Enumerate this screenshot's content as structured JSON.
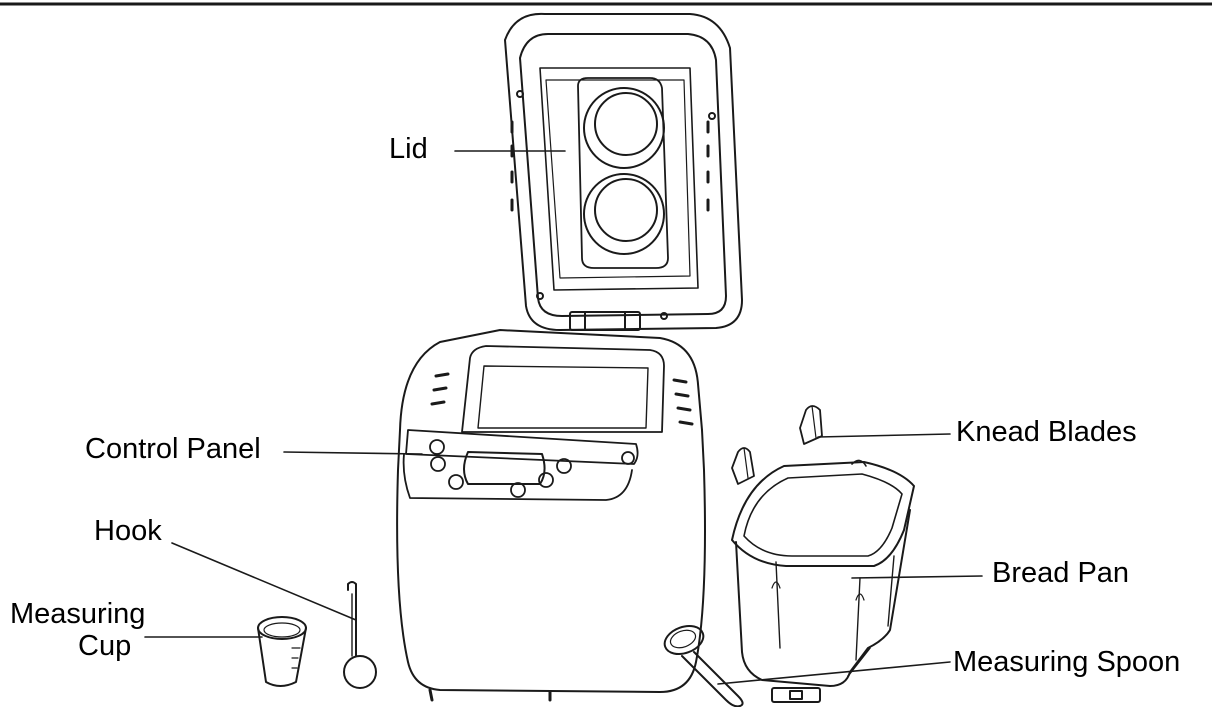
{
  "labels": {
    "lid": "Lid",
    "control_panel": "Control Panel",
    "hook": "Hook",
    "measuring_cup": [
      "Measuring",
      "Cup"
    ],
    "knead_blades": "Knead Blades",
    "bread_pan": "Bread Pan",
    "measuring_spoon": "Measuring Spoon"
  },
  "colors": {
    "line": "#1a1a1a",
    "background": "#ffffff"
  }
}
